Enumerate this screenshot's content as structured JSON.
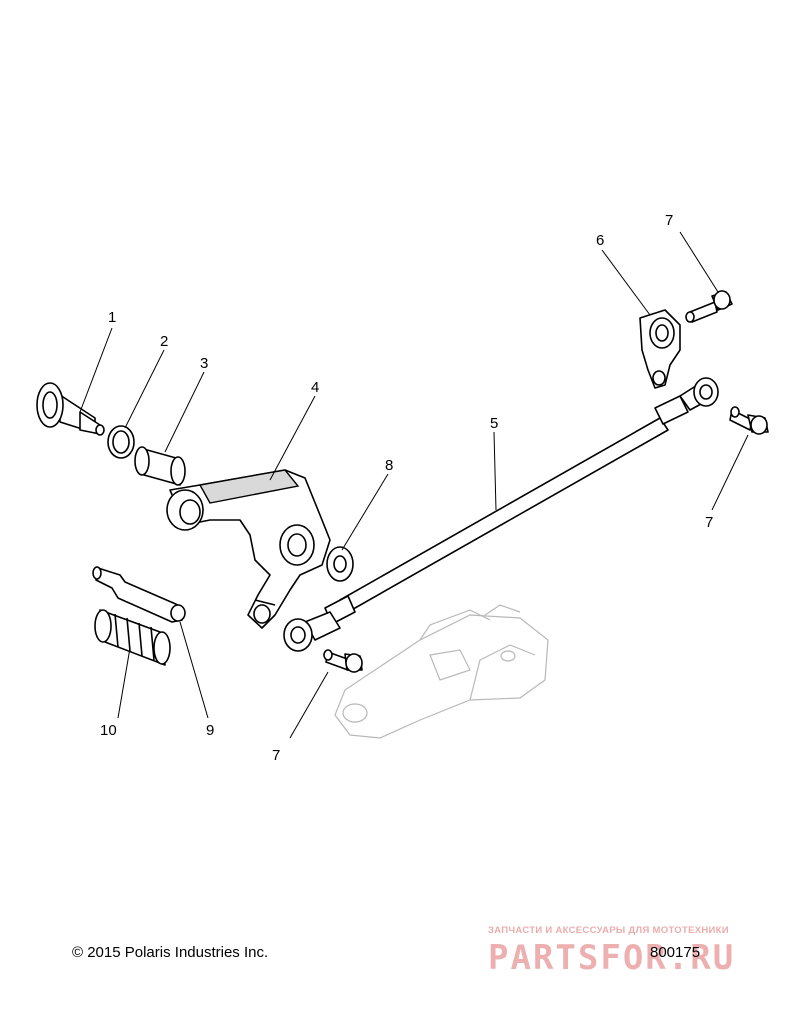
{
  "callouts": {
    "c1": "1",
    "c2": "2",
    "c3": "3",
    "c4": "4",
    "c5": "5",
    "c6": "6",
    "c7a": "7",
    "c7b": "7",
    "c7c": "7",
    "c8": "8",
    "c9": "9",
    "c10": "10"
  },
  "footer": {
    "copyright": "© 2015 Polaris Industries Inc.",
    "diagram_number": "800175"
  },
  "watermark": {
    "tagline": "ЗАПЧАСТИ И АКСЕССУАРЫ ДЛЯ МОТОТЕХНИКИ",
    "logo": "PARTSFOR.RU"
  },
  "colors": {
    "line": "#000000",
    "ghost": "#b8b8b8",
    "watermark": "#e07070"
  }
}
